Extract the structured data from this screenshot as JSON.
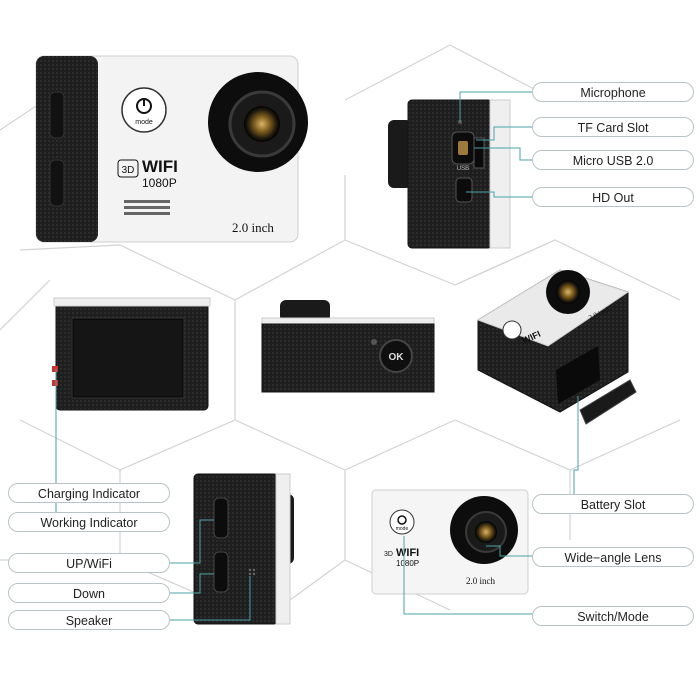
{
  "camera": {
    "mode_text": "mode",
    "wifi_text": "WIFI",
    "resolution_text": "1080P",
    "badge_3d": "3D",
    "screen_text": "2.0 inch",
    "ok_text": "OK",
    "usb_text": "USB"
  },
  "callouts": {
    "microphone": "Microphone",
    "tf_card_slot": "TF Card Slot",
    "micro_usb": "Micro USB 2.0",
    "hd_out": "HD Out",
    "charging_indicator": "Charging Indicator",
    "working_indicator": "Working Indicator",
    "up_wifi": "UP/WiFi",
    "down": "Down",
    "speaker": "Speaker",
    "battery_slot": "Battery Slot",
    "wide_angle_lens": "Wide−angle Lens",
    "switch_mode": "Switch/Mode"
  },
  "colors": {
    "outline": "#d0d0d0",
    "leader": "#4aa3a8",
    "label_border": "#b9c3c5",
    "body_black": "#1d1d1d",
    "body_white": "#f0f0f0",
    "lens_glass": "#7a5a1a"
  }
}
